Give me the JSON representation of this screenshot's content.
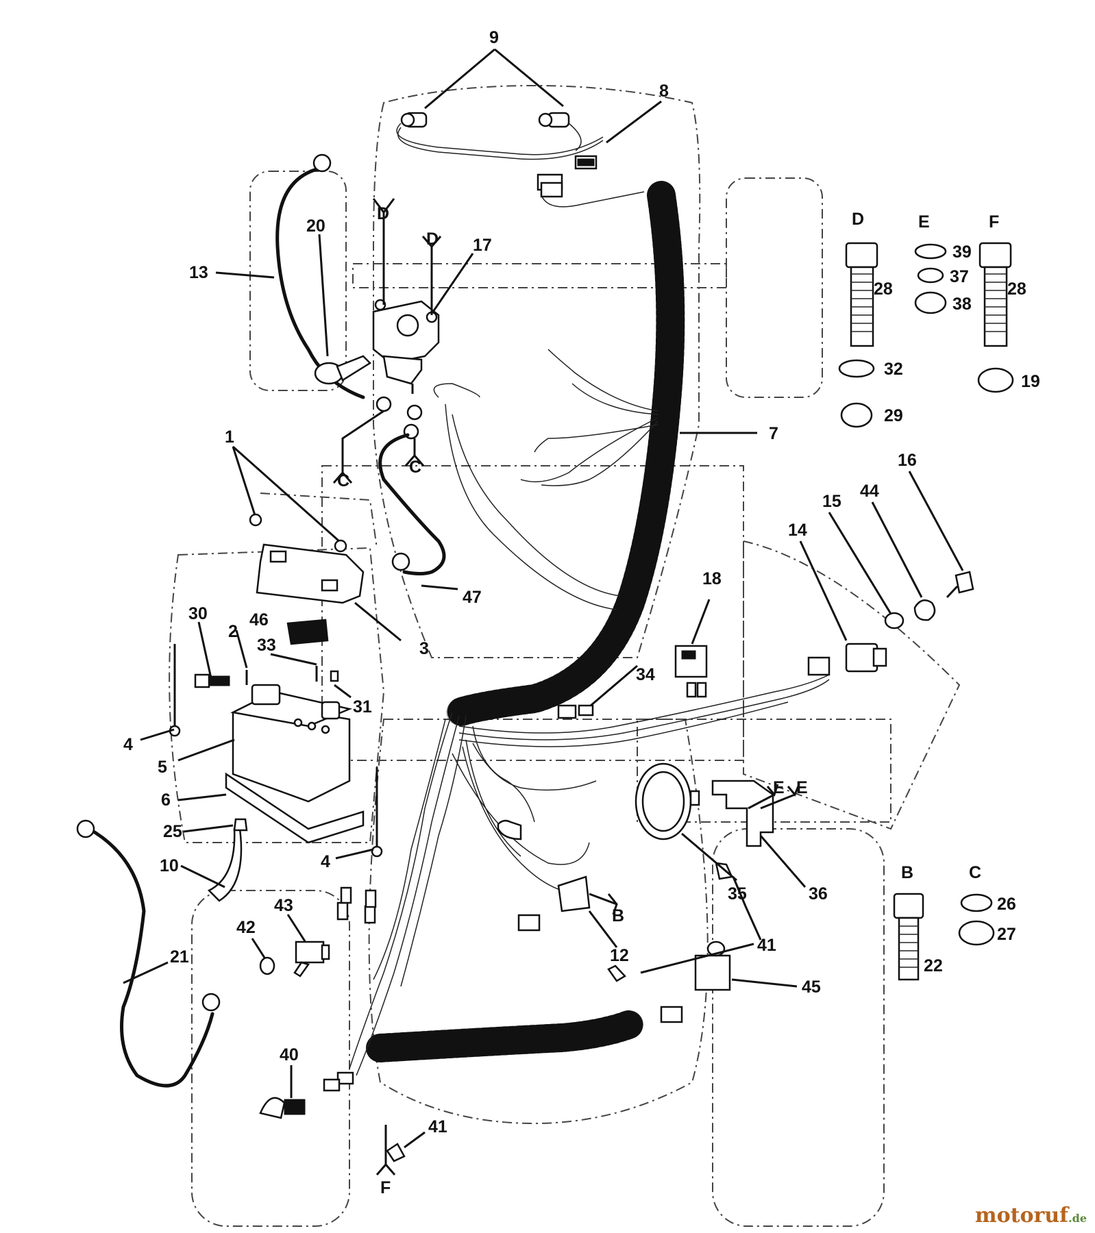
{
  "labels": {
    "l1": "1",
    "l2": "2",
    "l3": "3",
    "l4a": "4",
    "l4b": "4",
    "l5": "5",
    "l6": "6",
    "l7": "7",
    "l8": "8",
    "l9": "9",
    "l10": "10",
    "l12": "12",
    "l13": "13",
    "l14": "14",
    "l15": "15",
    "l16": "16",
    "l17": "17",
    "l18": "18",
    "l19": "19",
    "l20": "20",
    "l21": "21",
    "l22": "22",
    "l25": "25",
    "l26": "26",
    "l27": "27",
    "l28a": "28",
    "l28b": "28",
    "l29": "29",
    "l30": "30",
    "l31": "31",
    "l32": "32",
    "l33": "33",
    "l34": "34",
    "l35": "35",
    "l36": "36",
    "l37": "37",
    "l38": "38",
    "l39": "39",
    "l40": "40",
    "l41a": "41",
    "l41b": "41",
    "l42": "42",
    "l43": "43",
    "l44": "44",
    "l45": "45",
    "l46": "46",
    "l47": "47"
  },
  "refs": {
    "D1": "D",
    "D2": "D",
    "C1": "C",
    "C2": "C",
    "B1": "B",
    "E1": "E",
    "E2": "E",
    "F1": "F",
    "hdr_D": "D",
    "hdr_E": "E",
    "hdr_F": "F",
    "hdr_B": "B",
    "hdr_C": "C"
  },
  "watermark": {
    "main": "motoruf",
    "tld": ".de"
  }
}
